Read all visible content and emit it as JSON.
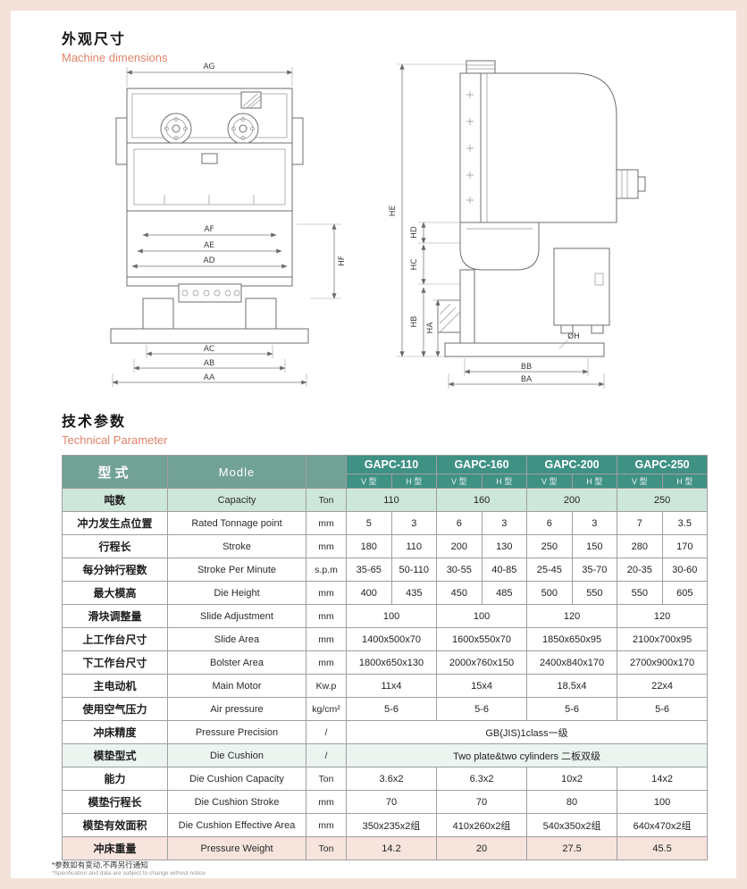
{
  "page": {
    "section_dimensions": {
      "title_zh": "外观尺寸",
      "title_en": "Machine dimensions"
    },
    "section_parameters": {
      "title_zh": "技术参数",
      "title_en": "Technical Parameter"
    },
    "footnote_zh": "*参数如有变动,不再另行通知",
    "footnote_en": "*Specification and data are subject to change without notice"
  },
  "drawings": {
    "front": {
      "AG": "AG",
      "AF": "AF",
      "AE": "AE",
      "AD": "AD",
      "HF": "HF",
      "AC": "AC",
      "AB": "AB",
      "AA": "AA"
    },
    "side": {
      "HE": "HE",
      "HD": "HD",
      "HC": "HC",
      "HB": "HB",
      "HA": "HA",
      "OH": "ØH",
      "BB": "BB",
      "BA": "BA"
    }
  },
  "table": {
    "header": {
      "type_zh": "型式",
      "model_label": "Modle",
      "models": [
        "GAPC-110",
        "GAPC-160",
        "GAPC-200",
        "GAPC-250"
      ],
      "v_label": "V 型",
      "h_label": "H 型"
    },
    "rows": [
      {
        "zh": "吨数",
        "en": "Capacity",
        "unit": "Ton",
        "values": [
          "110",
          "160",
          "200",
          "250"
        ]
      },
      {
        "zh": "冲力发生点位置",
        "en": "Rated Tonnage point",
        "unit": "mm",
        "values": [
          "5",
          "3",
          "6",
          "3",
          "6",
          "3",
          "7",
          "3.5"
        ]
      },
      {
        "zh": "行程长",
        "en": "Stroke",
        "unit": "mm",
        "values": [
          "180",
          "110",
          "200",
          "130",
          "250",
          "150",
          "280",
          "170"
        ]
      },
      {
        "zh": "每分钟行程数",
        "en": "Stroke Per Minute",
        "unit": "s.p.m",
        "values": [
          "35-65",
          "50-110",
          "30-55",
          "40-85",
          "25-45",
          "35-70",
          "20-35",
          "30-60"
        ]
      },
      {
        "zh": "最大模高",
        "en": "Die Height",
        "unit": "mm",
        "values": [
          "400",
          "435",
          "450",
          "485",
          "500",
          "550",
          "550",
          "605"
        ]
      },
      {
        "zh": "滑块调整量",
        "en": "Slide Adjustment",
        "unit": "mm",
        "values": [
          "100",
          "100",
          "120",
          "120"
        ]
      },
      {
        "zh": "上工作台尺寸",
        "en": "Slide Area",
        "unit": "mm",
        "values": [
          "1400x500x70",
          "1600x550x70",
          "1850x650x95",
          "2100x700x95"
        ]
      },
      {
        "zh": "下工作台尺寸",
        "en": "Bolster Area",
        "unit": "mm",
        "values": [
          "1800x650x130",
          "2000x760x150",
          "2400x840x170",
          "2700x900x170"
        ]
      },
      {
        "zh": "主电动机",
        "en": "Main Motor",
        "unit": "Kw.p",
        "values": [
          "11x4",
          "15x4",
          "18.5x4",
          "22x4"
        ]
      },
      {
        "zh": "使用空气压力",
        "en": "Air pressure",
        "unit": "kg/cm²",
        "values": [
          "5-6",
          "5-6",
          "5-6",
          "5-6"
        ]
      },
      {
        "zh": "冲床精度",
        "en": "Pressure Precision",
        "unit": "/",
        "values": [
          "GB(JIS)1class一级"
        ]
      },
      {
        "zh": "模垫型式",
        "en": "Die Cushion",
        "unit": "/",
        "values": [
          "Two plate&two cylinders 二板双级"
        ]
      },
      {
        "zh": "能力",
        "en": "Die Cushion Capacity",
        "unit": "Ton",
        "values": [
          "3.6x2",
          "6.3x2",
          "10x2",
          "14x2"
        ]
      },
      {
        "zh": "模垫行程长",
        "en": "Die Cushion Stroke",
        "unit": "mm",
        "values": [
          "70",
          "70",
          "80",
          "100"
        ]
      },
      {
        "zh": "模垫有效面积",
        "en": "Die Cushion Effective Area",
        "unit": "mm",
        "values": [
          "350x235x2组",
          "410x260x2组",
          "540x350x2组",
          "640x470x2组"
        ]
      },
      {
        "zh": "冲床重量",
        "en": "Pressure Weight",
        "unit": "Ton",
        "values": [
          "14.2",
          "20",
          "27.5",
          "45.5"
        ]
      }
    ]
  },
  "colors": {
    "accent_teal": "#3f9184",
    "accent_salmon": "#e2836b",
    "row_green": "#cde7db",
    "row_pink": "#f6e4dd",
    "page_pink": "#f3e1da"
  }
}
